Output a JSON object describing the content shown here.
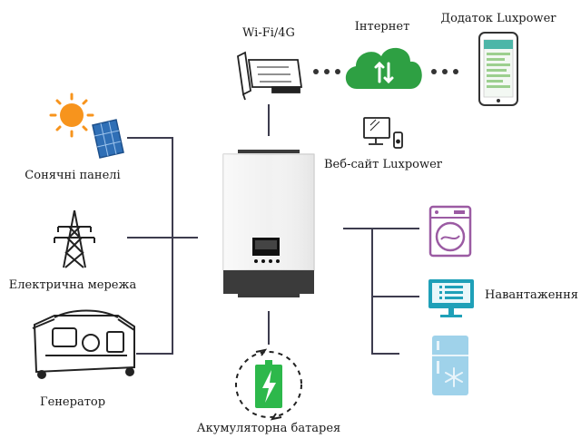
{
  "labels": {
    "solar": "Сонячні панелі",
    "grid": "Електрична мережа",
    "generator": "Генератор",
    "wifi": "Wi-Fi/4G",
    "internet": "Інтернет",
    "app": "Додаток Luxpower",
    "website": "Веб-сайт Luxpower",
    "battery": "Акумуляторна батарея",
    "load": "Навантаження"
  },
  "colors": {
    "line": "#3d3c4e",
    "cloud": "#2ea043",
    "accent_teal": "#4db6a8",
    "washer": "#9b5ba3",
    "monitor": "#1fa0b8",
    "fridge": "#9fd2ea",
    "battery": "#2db84b",
    "sun": "#f7941d",
    "panel": "#2f6fb6"
  },
  "icons": [
    "sun-icon",
    "solar-panel-icon",
    "pylon-icon",
    "generator-icon",
    "wifi-dongle-icon",
    "cloud-icon",
    "phone-app-icon",
    "computer-icon",
    "inverter-icon",
    "battery-icon",
    "washer-icon",
    "monitor-icon",
    "fridge-icon"
  ]
}
